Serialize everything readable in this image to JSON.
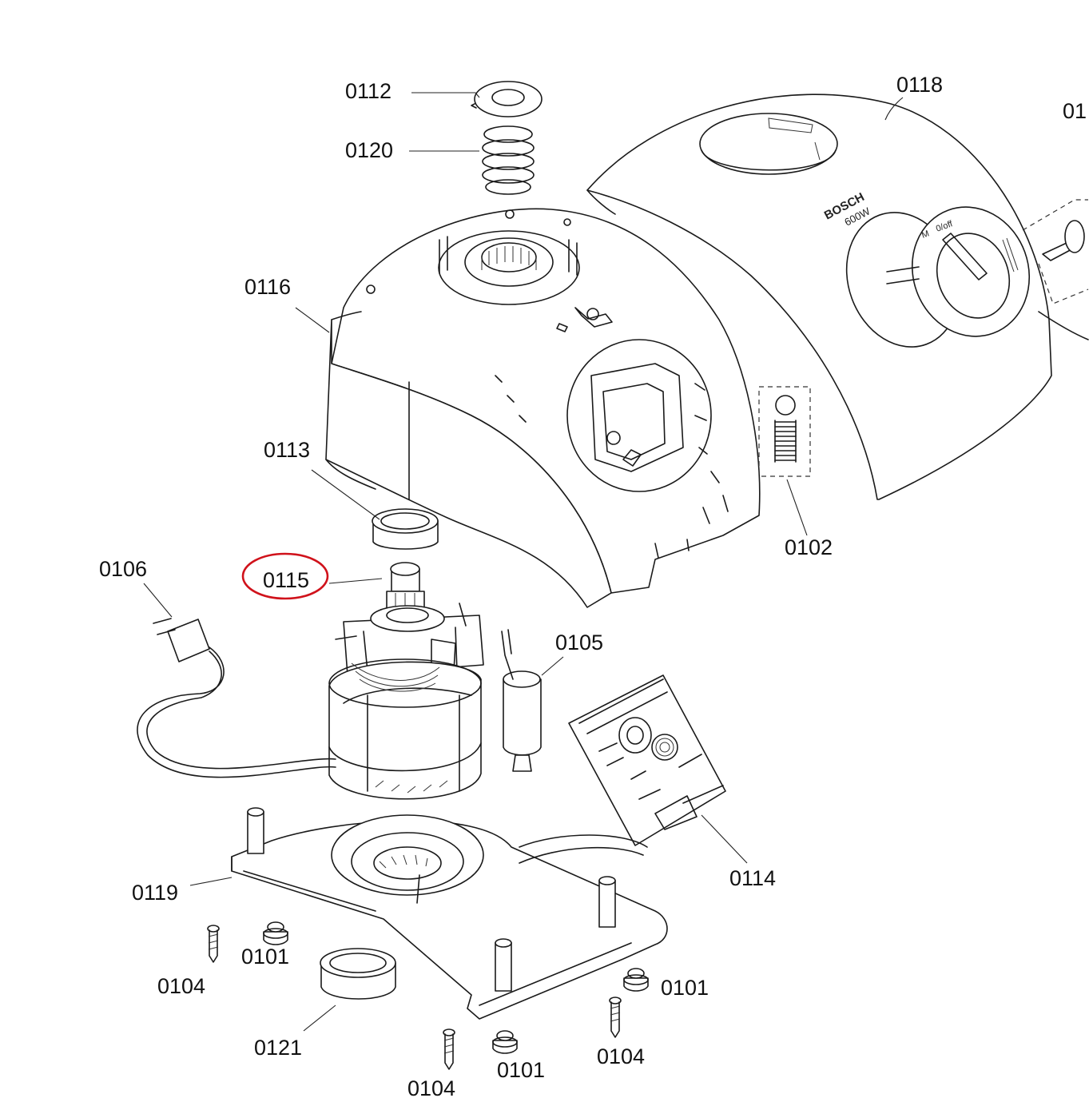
{
  "highlight_color": "#d0121b",
  "highlighted_part": "0115",
  "housing_branding": {
    "brand": "BOSCH",
    "power": "600W",
    "dial_labels": [
      "M",
      "0/off"
    ]
  },
  "parts": [
    {
      "id": "p0112",
      "label": "0112"
    },
    {
      "id": "p0120",
      "label": "0120"
    },
    {
      "id": "p0118",
      "label": "0118"
    },
    {
      "id": "p01",
      "label": "01"
    },
    {
      "id": "p0116",
      "label": "0116"
    },
    {
      "id": "p0113",
      "label": "0113"
    },
    {
      "id": "p0102",
      "label": "0102"
    },
    {
      "id": "p0106",
      "label": "0106"
    },
    {
      "id": "p0115",
      "label": "0115"
    },
    {
      "id": "p0105",
      "label": "0105"
    },
    {
      "id": "p0114",
      "label": "0114"
    },
    {
      "id": "p0119",
      "label": "0119"
    },
    {
      "id": "p0101a",
      "label": "0101"
    },
    {
      "id": "p0104a",
      "label": "0104"
    },
    {
      "id": "p0121",
      "label": "0121"
    },
    {
      "id": "p0101b",
      "label": "0101"
    },
    {
      "id": "p0104b",
      "label": "0104"
    },
    {
      "id": "p0101c",
      "label": "0101"
    },
    {
      "id": "p0104c",
      "label": "0104"
    }
  ]
}
